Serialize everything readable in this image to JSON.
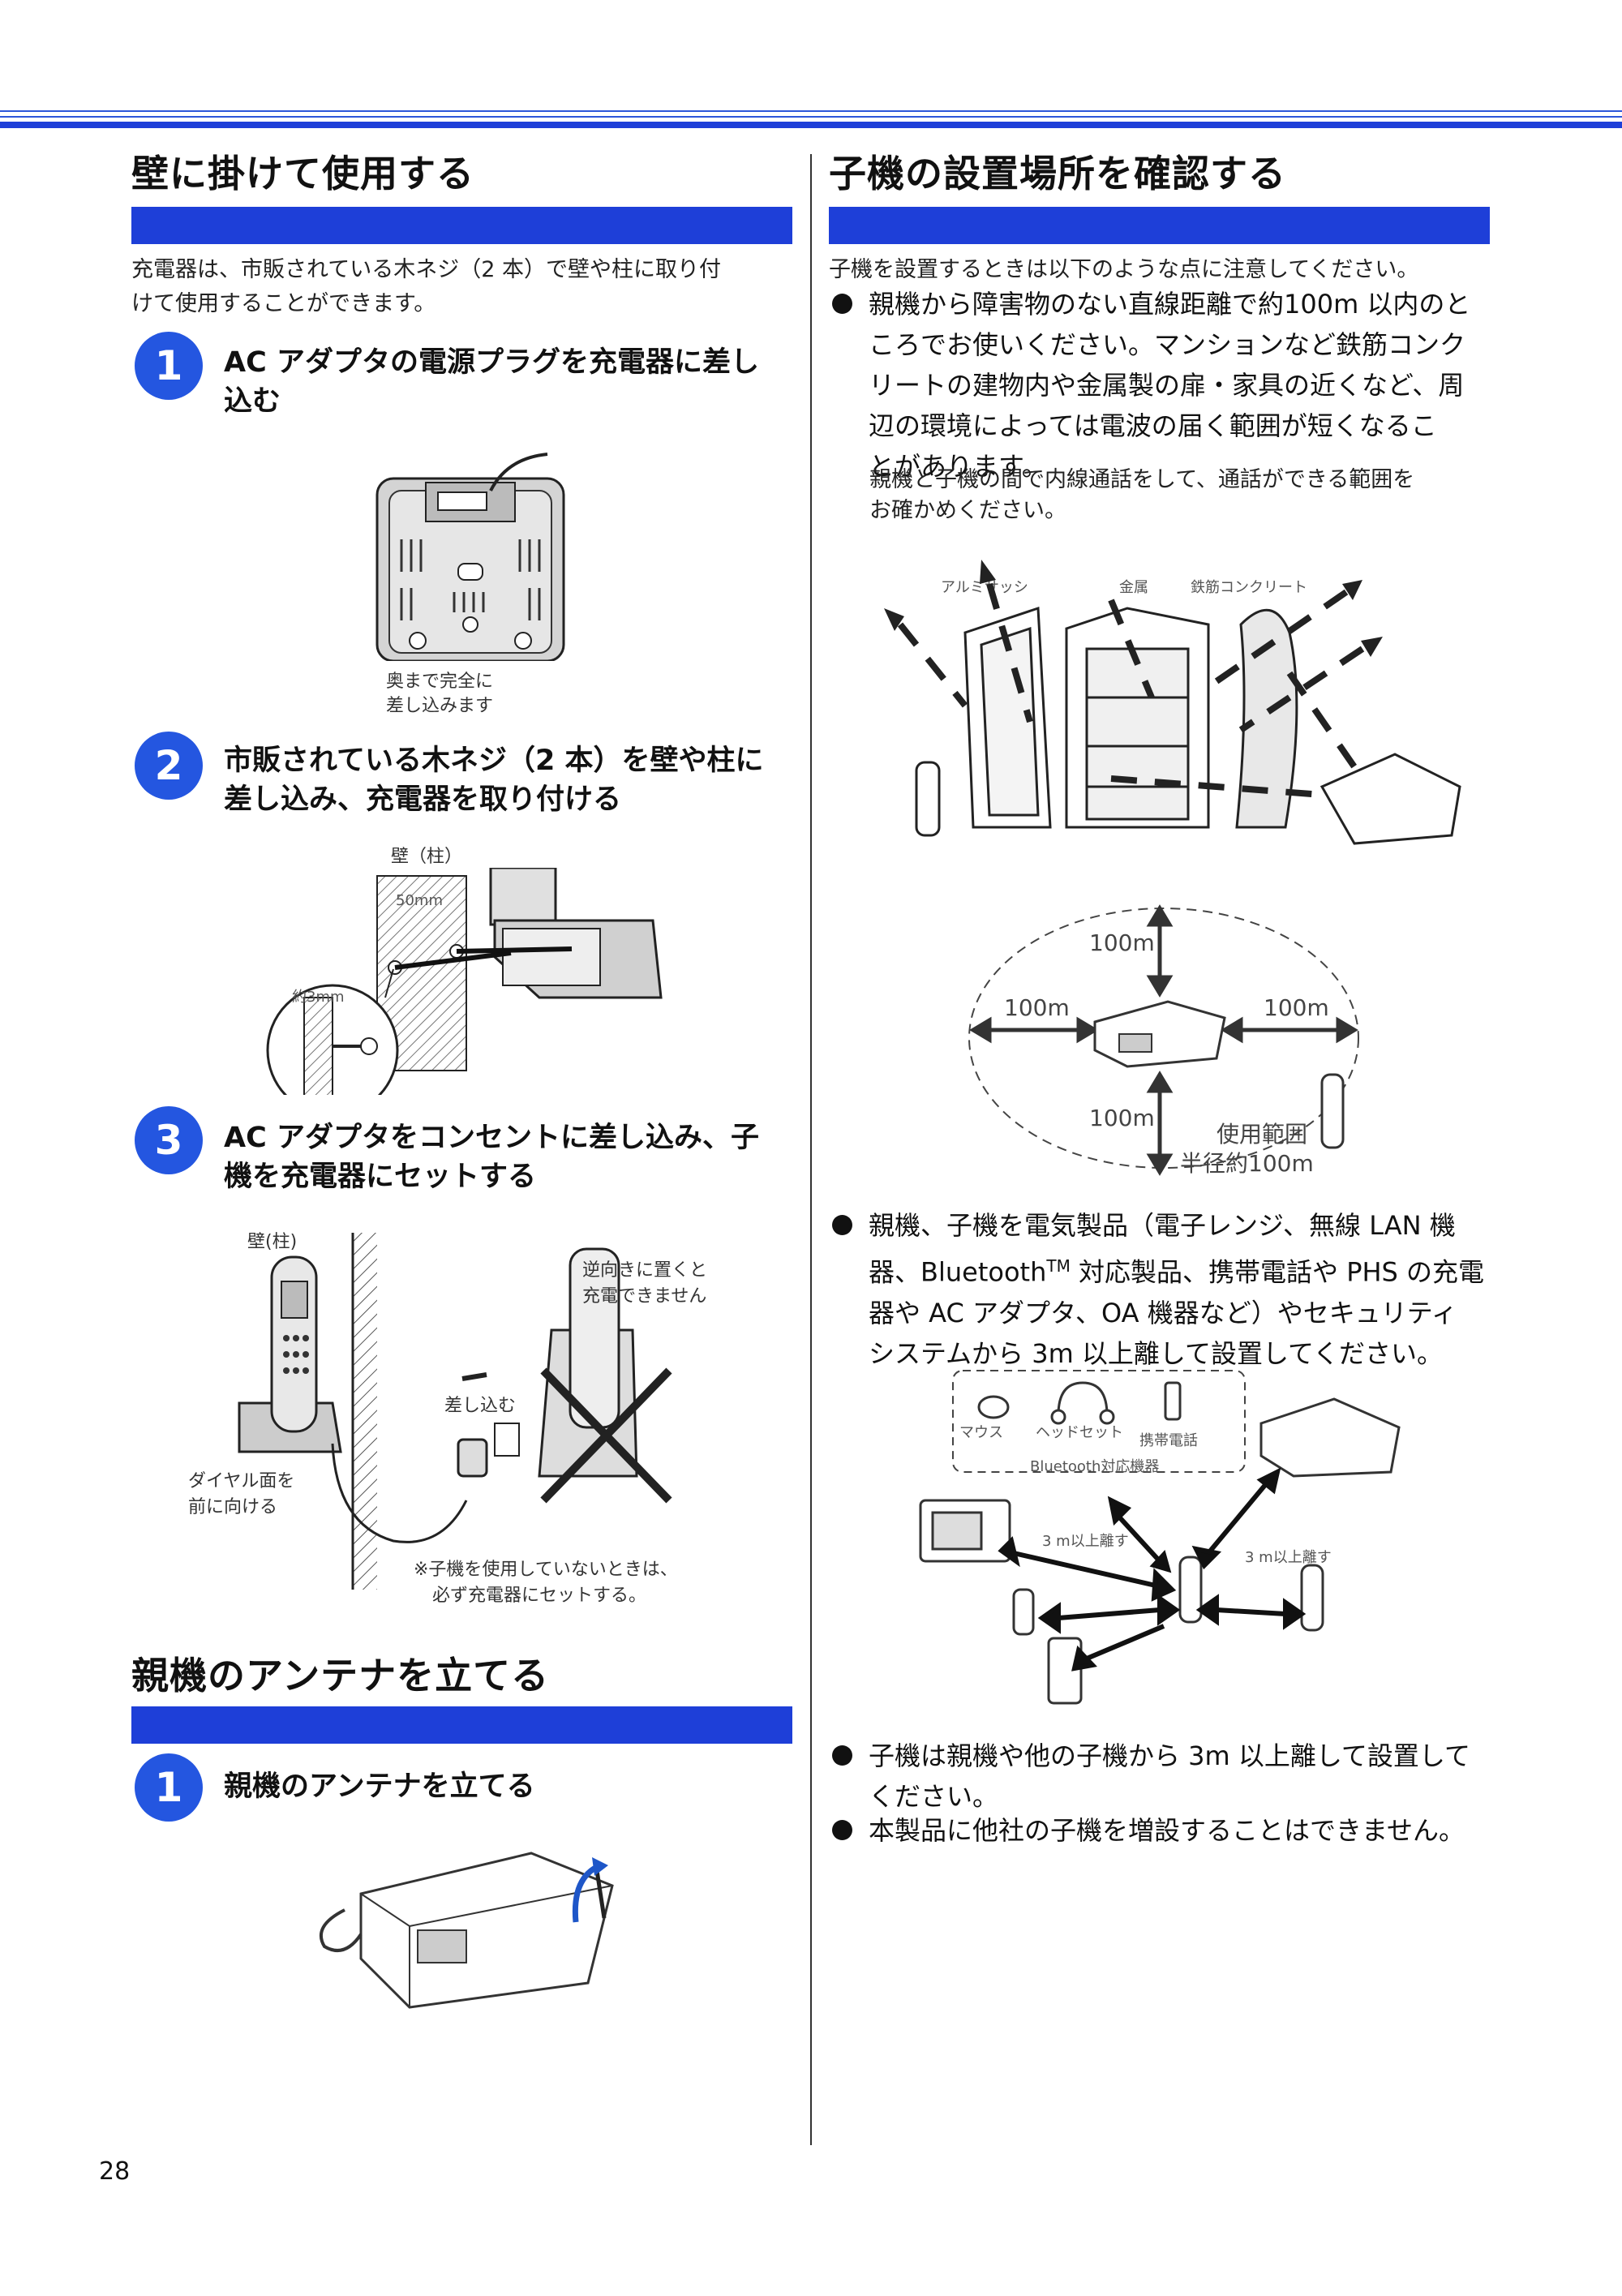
{
  "page_number": "28",
  "left": {
    "section1": {
      "title": "壁に掛けて使用する",
      "intro_1": "充電器は、市販されている木ネジ（2 本）で壁や柱に取り付",
      "intro_2": "けて使用することができます。",
      "step1": {
        "num": "1",
        "title_1": "AC アダプタの電源プラグを充電器に差し",
        "title_2": "込む",
        "caption_1": "奥まで完全に",
        "caption_2": "差し込みます"
      },
      "step2": {
        "num": "2",
        "title_1": "市販されている木ネジ（2 本）を壁や柱に",
        "title_2": "差し込み、充電器を取り付ける",
        "label_wall": "壁（柱）",
        "label_50mm": "50mm",
        "label_3mm": "約3mm"
      },
      "step3": {
        "num": "3",
        "title_1": "AC アダプタをコンセントに差し込み、子",
        "title_2": "機を充電器にセットする",
        "label_wall": "壁(柱)",
        "label_reverse_1": "逆向きに置くと",
        "label_reverse_2": "充電できません",
        "label_insert": "差し込む",
        "label_dial_1": "ダイヤル面を",
        "label_dial_2": "前に向ける",
        "note_1": "※子機を使用していないときは、",
        "note_2": "必ず充電器にセットする。"
      }
    },
    "section2": {
      "title": "親機のアンテナを立てる",
      "step1": {
        "num": "1",
        "title": "親機のアンテナを立てる"
      }
    }
  },
  "right": {
    "section": {
      "title": "子機の設置場所を確認する",
      "intro": "子機を設置するときは以下のような点に注意してください。",
      "bullet1": [
        "親機から障害物のない直線距離で約100m 以内のと",
        "ころでお使いください。マンションなど鉄筋コンク",
        "リートの建物内や金属製の扉・家具の近くなど、周",
        "辺の環境によっては電波の届く範囲が短くなるこ",
        "とがあります。"
      ],
      "bullet1_note_1": "親機と子機の間で内線通話をして、通話ができる範囲を",
      "bullet1_note_2": "お確かめください。",
      "fig_obstacles": {
        "aluminum": "アルミサッシ",
        "metal": "金属",
        "concrete": "鉄筋コンクリート"
      },
      "fig_range": {
        "d_top": "100m",
        "d_left": "100m",
        "d_right": "100m",
        "d_bottom": "100m",
        "range_1": "使用範囲",
        "range_2": "半径約100m"
      },
      "bullet2_1a": "親機、子機を電気製品（電子レンジ、無線 LAN 機",
      "bullet2_2a": "器、Bluetooth",
      "bullet2_2sup": "TM",
      "bullet2_2b": " 対応製品、携帯電話や PHS の充電",
      "bullet2_3": "器や AC アダプタ、OA 機器など）やセキュリティ",
      "bullet2_4": "システムから 3m 以上離して設置してください。",
      "fig_devices": {
        "mouse": "マウス",
        "headset": "ヘッドセット",
        "mobile": "携帯電話",
        "bt": "Bluetooth対応機器",
        "sep_left": "3 m以上離す",
        "sep_right": "3 m以上離す"
      },
      "bullet3_1": "子機は親機や他の子機から 3m 以上離して設置して",
      "bullet3_2": "ください。",
      "bullet4": "本製品に他社の子機を増設することはできません。"
    }
  }
}
